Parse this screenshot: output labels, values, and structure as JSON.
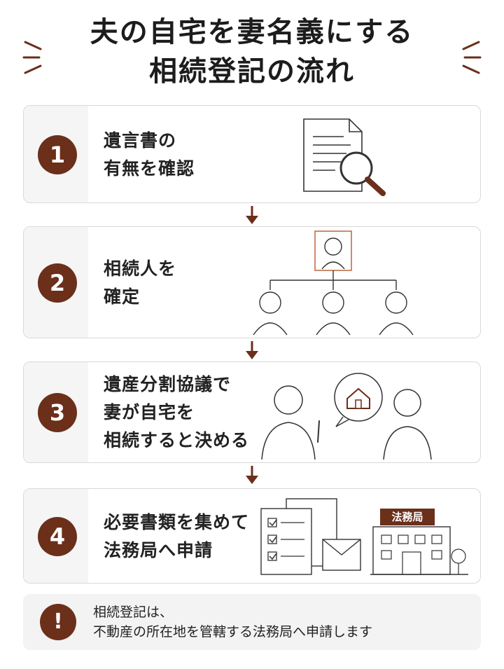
{
  "title": {
    "line1": "夫の自宅を妻名義にする",
    "line2": "相続登記の流れ"
  },
  "steps": [
    {
      "number": "1",
      "line1": "遺言書の",
      "line2": "有無を確認"
    },
    {
      "number": "2",
      "line1": "相続人を",
      "line2": "確定"
    },
    {
      "number": "3",
      "line1": "遺産分割協議で",
      "line2": "妻が自宅を",
      "line3": "相続すると決める"
    },
    {
      "number": "4",
      "line1": "必要書類を集めて",
      "line2": "法務局へ申請",
      "sign": "法務局"
    }
  ],
  "note": {
    "icon": "!",
    "line1": "相続登記は、",
    "line2": "不動産の所在地を管轄する法務局へ申請します"
  },
  "colors": {
    "accent": "#6b2f1a",
    "card_border": "#d9d9d9",
    "card_side": "#f5f5f5"
  },
  "icons": [
    "document-magnifier-icon",
    "family-tree-icon",
    "conversation-house-icon",
    "checklist-envelope-icon",
    "legal-office-building-icon",
    "warning-icon"
  ]
}
